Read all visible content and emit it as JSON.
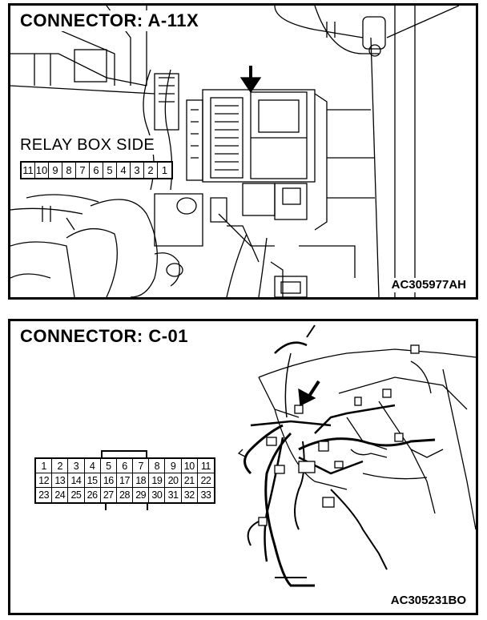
{
  "panel_a": {
    "title": "CONNECTOR: A-11X",
    "side_label": "RELAY BOX SIDE",
    "pins": [
      "11",
      "10",
      "9",
      "8",
      "7",
      "6",
      "5",
      "4",
      "3",
      "2",
      "1"
    ],
    "figure_id": "AC305977AH"
  },
  "panel_c": {
    "title": "CONNECTOR: C-01",
    "pins": [
      [
        "1",
        "2",
        "3",
        "4",
        "5",
        "6",
        "7",
        "8",
        "9",
        "10",
        "11"
      ],
      [
        "12",
        "13",
        "14",
        "15",
        "16",
        "17",
        "18",
        "19",
        "20",
        "21",
        "22"
      ],
      [
        "23",
        "24",
        "25",
        "26",
        "27",
        "28",
        "29",
        "30",
        "31",
        "32",
        "33"
      ]
    ],
    "figure_id": "AC305231BO"
  }
}
